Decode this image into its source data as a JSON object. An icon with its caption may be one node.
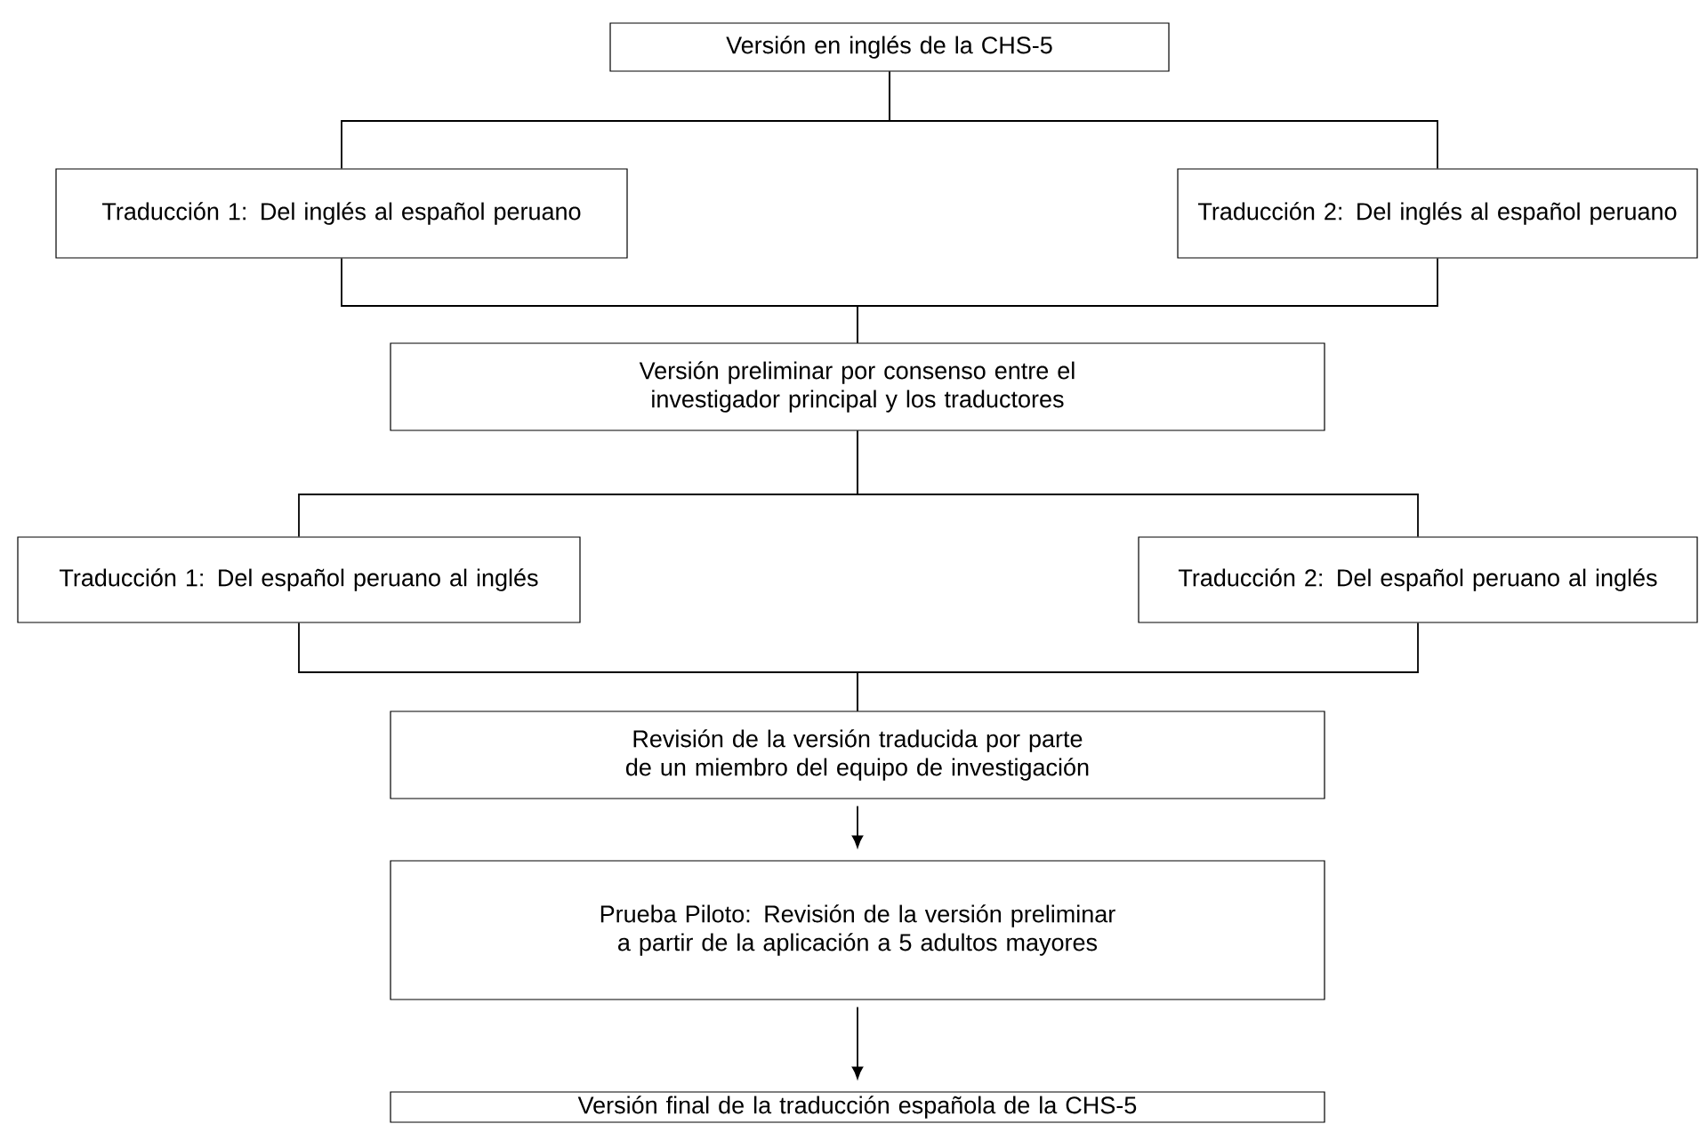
{
  "diagram": {
    "nodes": [
      {
        "text": [
          "Versión en inglés de la CHS-5"
        ]
      },
      {
        "text": [
          "Traducción 1: Del inglés al español peruano"
        ]
      },
      {
        "text": [
          "Traducción 2: Del inglés al español peruano"
        ]
      },
      {
        "text": [
          "Versión preliminar por consenso entre el investigador principal y los traductores"
        ]
      },
      {
        "text": [
          "Traducción 1: Del español peruano al inglés"
        ]
      },
      {
        "text": [
          "Traducción 2: Del español peruano al inglés"
        ]
      },
      {
        "text": [
          "Revisión de la versión traducida por parte de un miembro del equipo de investigación"
        ]
      },
      {
        "text": [
          "Prueba Piloto: Revisión de la versión preliminar a partir de la aplicación a 5 adultos mayores"
        ]
      },
      {
        "text": [
          "Versión final de la traducción española de la CHS-5"
        ]
      }
    ],
    "edges": [
      {
        "from": 0,
        "to": 1,
        "arrow": "none"
      },
      {
        "from": 0,
        "to": 2,
        "arrow": "none"
      },
      {
        "from": 1,
        "to": 3,
        "arrow": "none"
      },
      {
        "from": 2,
        "to": 3,
        "arrow": "none"
      },
      {
        "from": 3,
        "to": 4,
        "arrow": "none"
      },
      {
        "from": 3,
        "to": 5,
        "arrow": "none"
      },
      {
        "from": 4,
        "to": 6,
        "arrow": "none"
      },
      {
        "from": 5,
        "to": 6,
        "arrow": "none"
      },
      {
        "from": 6,
        "to": 7,
        "arrow": "to"
      },
      {
        "from": 7,
        "to": 8,
        "arrow": "to"
      }
    ]
  }
}
